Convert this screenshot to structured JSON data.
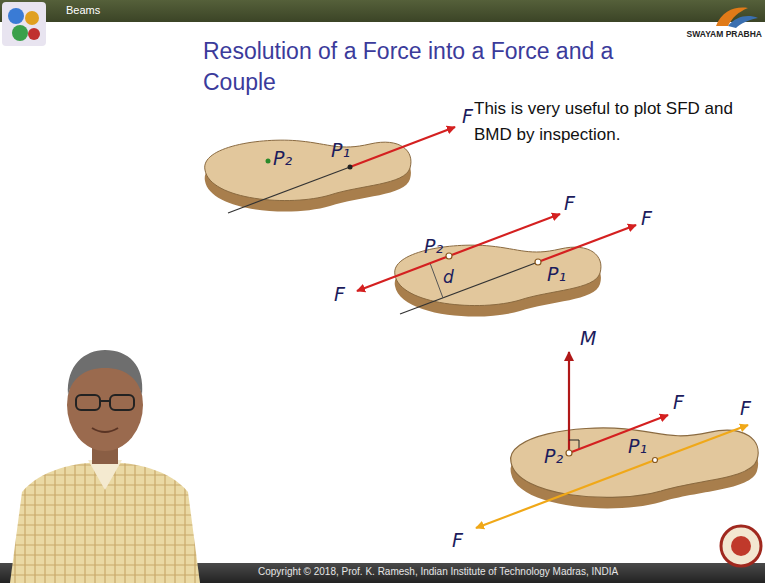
{
  "diagram": {
    "title": "Resolution of a Force into a Force and a Couple",
    "labels": [
      "Beams",
      "SWAYAM PRABHA",
      "This is very useful to plot SFD and BMD by inspection.",
      "P₂",
      "P₁",
      "F",
      "F",
      "F",
      "F",
      "P₂",
      "d",
      "P₁",
      "M",
      "F",
      "F",
      "F",
      "P₂",
      "P₁",
      "Copyright © 2018, Prof. K. Ramesh, Indian Institute of Technology Madras, INDIA"
    ]
  }
}
